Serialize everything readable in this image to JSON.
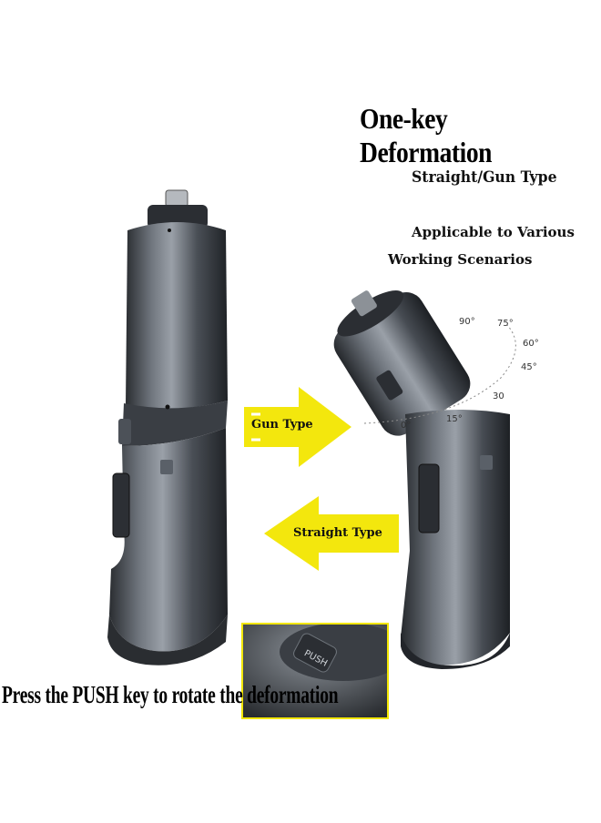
{
  "heading": {
    "title": "One-key Deformation",
    "subtitle": "Straight/Gun Type",
    "scenarios_line1": "Applicable to Various",
    "scenarios_line2": "Working Scenarios"
  },
  "arrows": {
    "gun_type": "Gun Type",
    "straight_type": "Straight Type",
    "color": "#f2e600"
  },
  "angle_scale": {
    "marks": [
      "90°",
      "75°",
      "60°",
      "45°",
      "30",
      "15°",
      "0°"
    ]
  },
  "inset": {
    "button_text": "PUSH"
  },
  "caption": "Press the PUSH key to rotate the deformation",
  "colors": {
    "body": "#3c4046",
    "highlight": "#8a9098",
    "arrow": "#f2e600"
  }
}
